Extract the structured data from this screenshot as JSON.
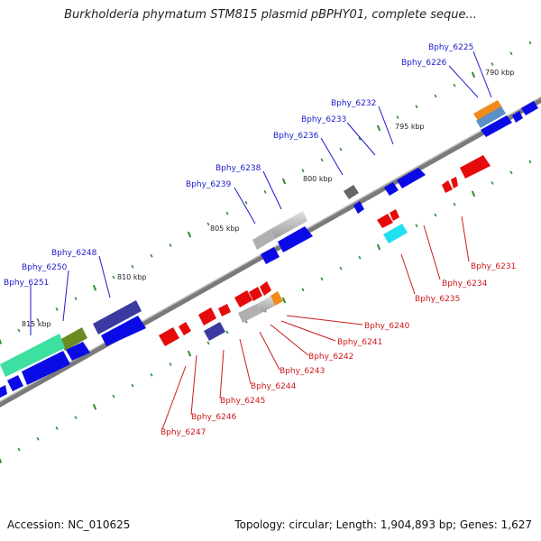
{
  "title": "Burkholderia phymatum STM815 plasmid pBPHY01, complete seque...",
  "footer": {
    "accession": "Accession: NC_010625",
    "summary": "Topology: circular; Length: 1,904,893 bp; Genes: 1,627"
  },
  "colors": {
    "backbone": "#808080",
    "tick": "#2e8b2e",
    "blue_gene": "#0a0ae6",
    "red_gene": "#e60a0a",
    "blue_label": "#1a1acc",
    "red_label": "#cc1a1a"
  },
  "kbp_labels": [
    "790 kbp",
    "795 kbp",
    "800 kbp",
    "805 kbp",
    "810 kbp",
    "815 kbp"
  ],
  "upper_labels": [
    "Bphy_6225",
    "Bphy_6226",
    "Bphy_6232",
    "Bphy_6233",
    "Bphy_6236",
    "Bphy_6238",
    "Bphy_6239",
    "Bphy_6248",
    "Bphy_6250",
    "Bphy_6251"
  ],
  "lower_labels": [
    "Bphy_6231",
    "Bphy_6234",
    "Bphy_6235",
    "Bphy_6240",
    "Bphy_6241",
    "Bphy_6242",
    "Bphy_6243",
    "Bphy_6244",
    "Bphy_6245",
    "Bphy_6246",
    "Bphy_6247"
  ]
}
